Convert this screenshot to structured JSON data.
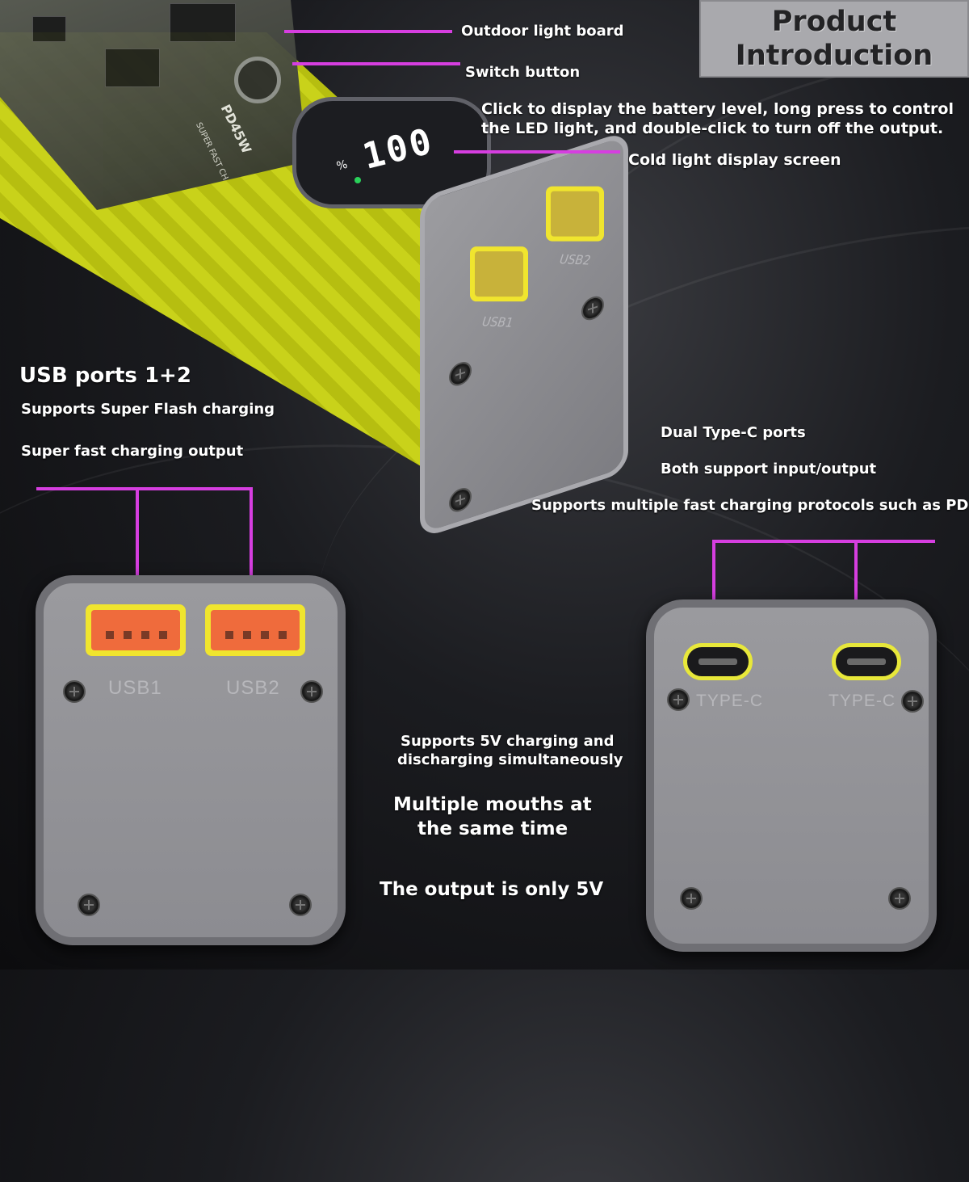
{
  "title": {
    "line1": "Product",
    "line2": "Introduction"
  },
  "callouts": {
    "outdoor_light_board": "Outdoor light board",
    "switch_button": "Switch button",
    "click_info_line1": "Click to display the battery level, long press to control",
    "click_info_line2": "the LED light, and double-click to turn off the output.",
    "cold_light_display": "Cold light display screen"
  },
  "usb_section": {
    "heading": "USB ports 1+2",
    "line1": "Supports Super Flash charging",
    "line2": "Super fast charging output"
  },
  "typec_section": {
    "heading": "Dual Type-C ports",
    "line1": "Both support input/output",
    "line2": "Supports multiple fast charging protocols such as PD"
  },
  "center_notes": {
    "note1_line1": "Supports 5V charging and",
    "note1_line2": "discharging simultaneously",
    "note2_line1": "Multiple mouths at",
    "note2_line2": "the same time",
    "note3": "The output is only 5V"
  },
  "panels": {
    "usb": {
      "port1_label": "USB1",
      "port2_label": "USB2"
    },
    "typec": {
      "port1_label": "TYPE-C",
      "port2_label": "TYPE-C"
    }
  },
  "device": {
    "display_digits": "100",
    "display_percent": "%",
    "body_print_1": "PD45W",
    "body_print_2": "SUPER FAST CHARGER",
    "endcap_label_1": "USB1",
    "endcap_label_2": "USB2"
  },
  "colors": {
    "accent_line": "#d63ee0",
    "body_yellow": "#c9d21a",
    "port_yellow": "#f0e52e",
    "port_orange": "#ef6b3c",
    "panel_gray": "#9a9a9e"
  }
}
